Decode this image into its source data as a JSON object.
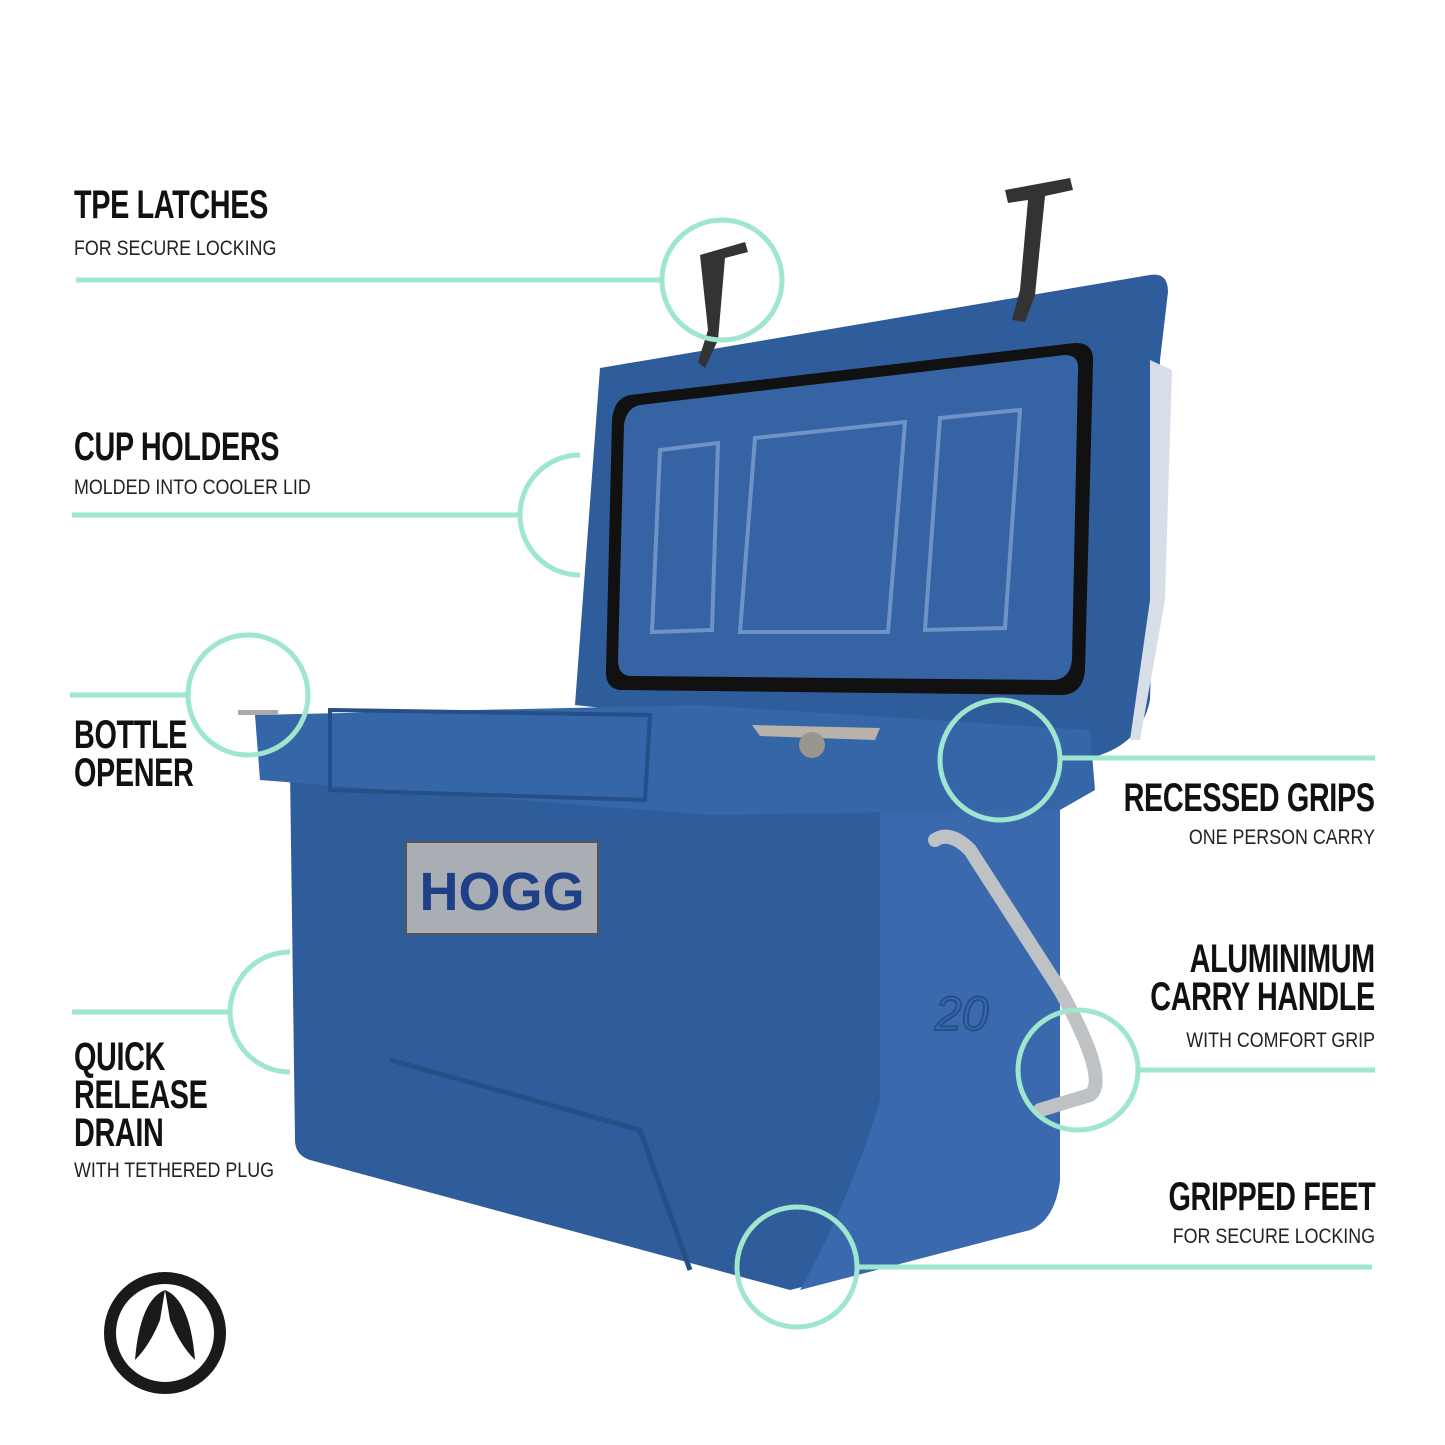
{
  "callouts": {
    "tpe_latches": {
      "title": "TPE LATCHES",
      "subtitle": "FOR SECURE LOCKING"
    },
    "cup_holders": {
      "title": "CUP HOLDERS",
      "subtitle": "MOLDED INTO COOLER LID"
    },
    "bottle_opener": {
      "title_line1": "BOTTLE",
      "title_line2": "OPENER"
    },
    "drain": {
      "title_line1": "QUICK",
      "title_line2": "RELEASE",
      "title_line3": "DRAIN",
      "subtitle": "WITH TETHERED PLUG"
    },
    "recessed_grips": {
      "title": "RECESSED GRIPS",
      "subtitle": "ONE PERSON CARRY"
    },
    "handle": {
      "title_line1": "ALUMINIMUM",
      "title_line2": "CARRY HANDLE",
      "subtitle": "WITH COMFORT GRIP"
    },
    "feet": {
      "title": "GRIPPED FEET",
      "subtitle": "FOR SECURE LOCKING"
    }
  },
  "product": {
    "brand_plate": "HOGG",
    "size_mark": "20"
  },
  "colors": {
    "callout": "#9fe6cf",
    "cooler_blue": "#2f5c9a",
    "text": "#111111"
  }
}
